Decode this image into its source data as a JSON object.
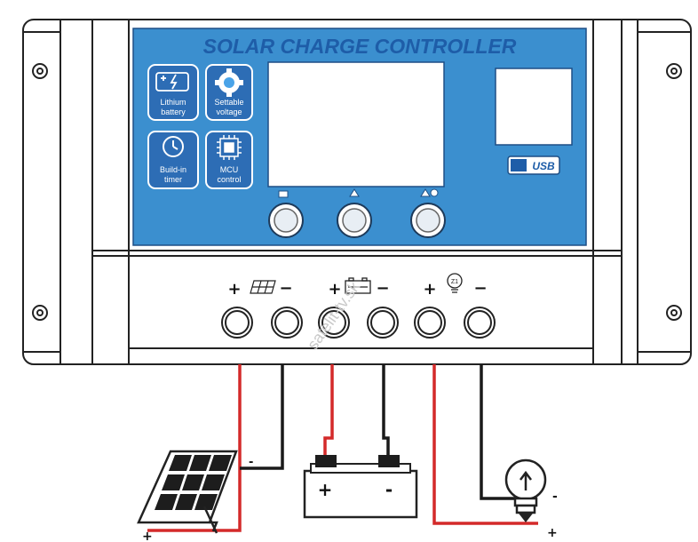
{
  "title": "SOLAR CHARGE CONTROLLER",
  "features": [
    {
      "icon": "lithium-battery-icon",
      "line1": "Lithium",
      "line2": "battery"
    },
    {
      "icon": "gear-icon",
      "line1": "Settable",
      "line2": "voltage"
    },
    {
      "icon": "timer-icon",
      "line1": "Build-in",
      "line2": "timer"
    },
    {
      "icon": "chip-icon",
      "line1": "MCU",
      "line2": "control"
    }
  ],
  "usb_label": "USB",
  "terminals": {
    "plus": "+",
    "minus": "−"
  },
  "load_badge": "Z1",
  "diagram_signs": {
    "panel_minus": "-",
    "panel_plus": "+",
    "battery_plus": "+",
    "battery_minus": "-",
    "lamp_minus": "-",
    "lamp_plus": "+"
  },
  "watermark": "satelit-tv.sk",
  "colors": {
    "panel_blue": "#3b8fcf",
    "title_blue": "#1e5da8",
    "feature_blue": "#2d6db5",
    "wire_red": "#d42a2a",
    "wire_black": "#1a1a1a"
  }
}
